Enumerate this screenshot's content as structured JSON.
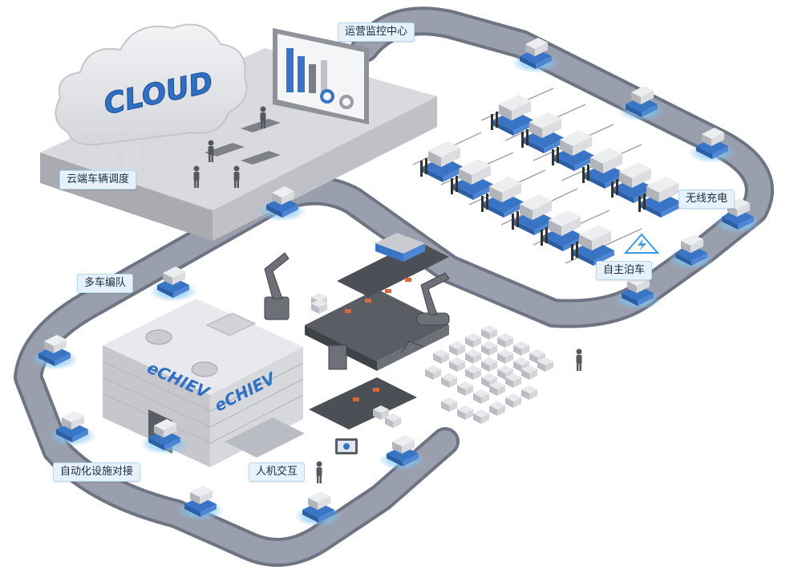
{
  "cloud": {
    "text": "CLOUD"
  },
  "brand": {
    "text": "eCHIEV",
    "cart_text": "eCHIEV"
  },
  "callouts": {
    "ops_center": "运营监控中心",
    "cloud_dispatch": "云端车辆调度",
    "wireless_charging": "无线充电",
    "fleet_formation": "多车编队",
    "autonomous_parking": "自主泊车",
    "automation_docking": "自动化设施对接",
    "hmi": "人机交互"
  },
  "icons": {
    "charging": "lightning-warning-triangle-icon",
    "hmi": "touchscreen-terminal-icon"
  },
  "colors": {
    "track": "#8e93a3",
    "track_edge": "#6f7483",
    "agv_blue": "#3a74c4",
    "charge_glow": "#7cc4f2",
    "cloud_text": "#2f6fc4",
    "callout_bg": "#e6f2fb"
  }
}
